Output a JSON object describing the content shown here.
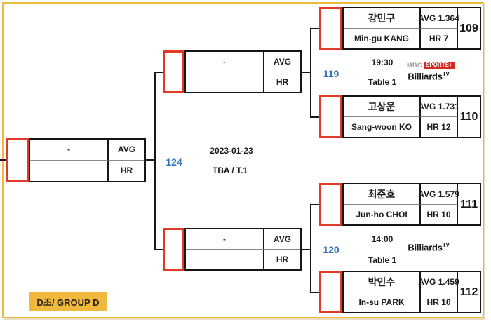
{
  "page": {
    "group_label": "D조/ GROUP D"
  },
  "final": {
    "number": "124",
    "slot_top": "-",
    "avg_label": "AVG",
    "hr_label": "HR",
    "date": "2023-01-23",
    "venue": "TBA / T.1"
  },
  "matches": [
    {
      "number": "119",
      "slot_top": "-",
      "avg_label": "AVG",
      "hr_label": "HR",
      "time": "19:30",
      "table": "Table 1"
    },
    {
      "number": "120",
      "slot_top": "-",
      "avg_label": "AVG",
      "hr_label": "HR",
      "time": "14:00",
      "table": "Table 1"
    }
  ],
  "players": [
    {
      "name_ko": "강민구",
      "name_en": "Min-gu KANG",
      "avg": "AVG 1.364",
      "hr": "HR 7",
      "seed": "109"
    },
    {
      "name_ko": "고상운",
      "name_en": "Sang-woon KO",
      "avg": "AVG 1.731",
      "hr": "HR 12",
      "seed": "110"
    },
    {
      "name_ko": "최준호",
      "name_en": "Jun-ho CHOI",
      "avg": "AVG 1.579",
      "hr": "HR 10",
      "seed": "111"
    },
    {
      "name_ko": "박인수",
      "name_en": "In-su PARK",
      "avg": "AVG 1.459",
      "hr": "HR 10",
      "seed": "112"
    }
  ],
  "logos": {
    "mbc_text": "MBC",
    "mbc_badge": "SPORTS+",
    "billiards_text": "Billiards",
    "billiards_sup": "TV"
  },
  "colors": {
    "border_gold": "#EDB93E",
    "slot_red": "#E03A28",
    "match_number_blue": "#2F74B8"
  }
}
